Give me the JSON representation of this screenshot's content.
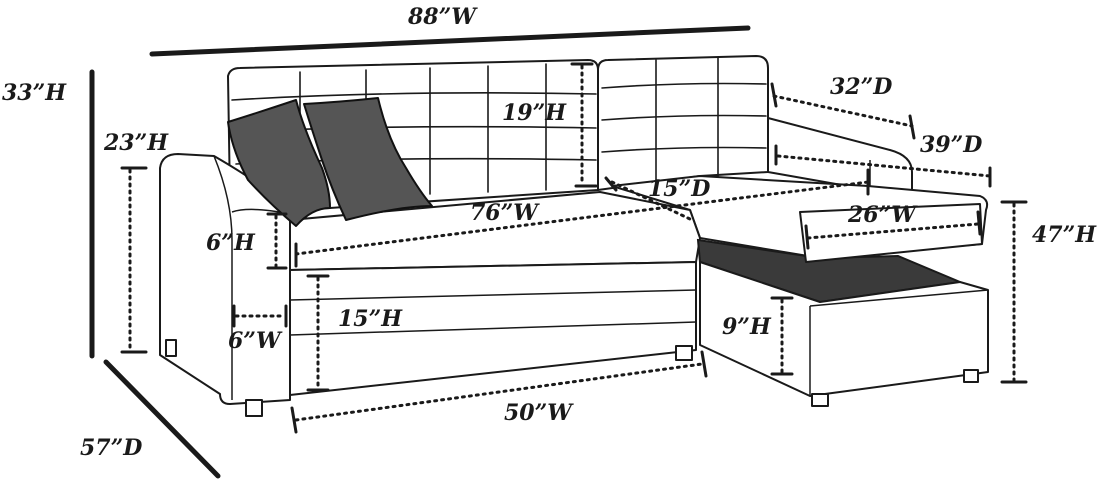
{
  "colors": {
    "line": "#1a1a1a",
    "pillow": "#555555",
    "storage": "#3a3a3a",
    "background": "#ffffff"
  },
  "dimensions": {
    "overall_width": "88”W",
    "overall_height": "33”H",
    "overall_depth": "57”D",
    "arm_height": "23”H",
    "back_height": "19”H",
    "chaise_depth_top": "32”D",
    "chaise_depth": "39”D",
    "seat_depth": "15”D",
    "seat_width": "76”W",
    "chaise_width": "26”W",
    "chaise_height": "47”H",
    "arm_drop": "6”H",
    "arm_width": "6”W",
    "seat_height": "15”H",
    "storage_depth": "9”H",
    "base_width": "50”W"
  }
}
